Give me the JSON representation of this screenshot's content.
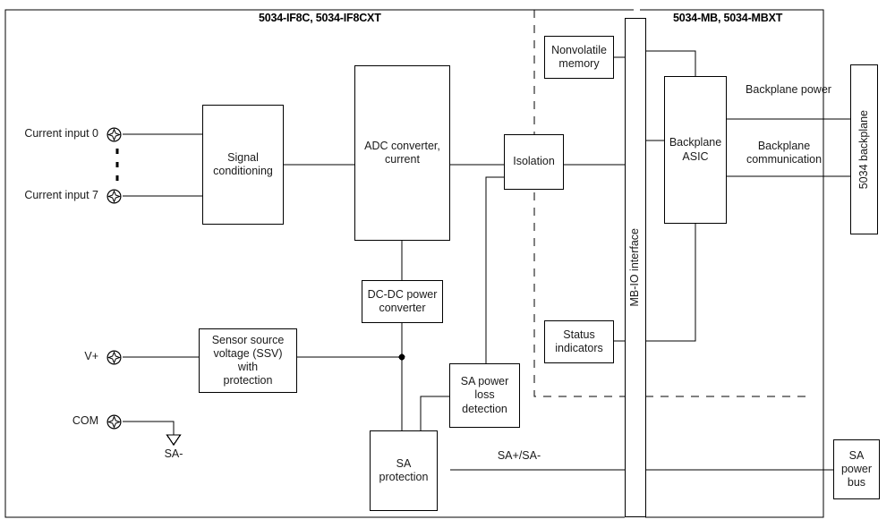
{
  "diagram": {
    "sections": [
      {
        "id": "if8c",
        "title": "5034-IF8C, 5034-IF8CXT"
      },
      {
        "id": "mb",
        "title": "5034-MB, 5034-MBXT"
      }
    ],
    "blocks": [
      {
        "id": "signal-conditioning",
        "label": "Signal\nconditioning"
      },
      {
        "id": "adc-converter",
        "label": "ADC converter,\ncurrent"
      },
      {
        "id": "isolation",
        "label": "Isolation"
      },
      {
        "id": "nonvolatile-memory",
        "label": "Nonvolatile\nmemory"
      },
      {
        "id": "status-indicators",
        "label": "Status\nindicators"
      },
      {
        "id": "mb-io-interface",
        "label": "MB-IO interface"
      },
      {
        "id": "backplane-asic",
        "label": "Backplane\nASIC"
      },
      {
        "id": "backplane-5034",
        "label": "5034 backplane"
      },
      {
        "id": "dcdc-converter",
        "label": "DC-DC power\nconverter"
      },
      {
        "id": "sensor-source-voltage",
        "label": "Sensor source\nvoltage (SSV) with\nprotection"
      },
      {
        "id": "sa-power-loss",
        "label": "SA power\nloss\ndetection"
      },
      {
        "id": "sa-protection",
        "label": "SA\nprotection"
      },
      {
        "id": "sa-power-bus",
        "label": "SA\npower\nbus"
      }
    ],
    "block_labels": {
      "signal_conditioning_l1": "Signal",
      "signal_conditioning_l2": "conditioning",
      "adc_l1": "ADC converter,",
      "adc_l2": "current",
      "isolation": "Isolation",
      "nvm_l1": "Nonvolatile",
      "nvm_l2": "memory",
      "status_l1": "Status",
      "status_l2": "indicators",
      "mbio": "MB-IO interface",
      "asic_l1": "Backplane",
      "asic_l2": "ASIC",
      "backplane": "5034 backplane",
      "dcdc_l1": "DC-DC power",
      "dcdc_l2": "converter",
      "ssv_l1": "Sensor source",
      "ssv_l2": "voltage (SSV) with",
      "ssv_l3": "protection",
      "saploss_l1": "SA power",
      "saploss_l2": "loss",
      "saploss_l3": "detection",
      "saprot_l1": "SA",
      "saprot_l2": "protection",
      "sabus_l1": "SA",
      "sabus_l2": "power",
      "sabus_l3": "bus"
    },
    "terminals": [
      {
        "id": "current-input-0",
        "label": "Current input 0"
      },
      {
        "id": "current-input-7",
        "label": "Current input 7"
      },
      {
        "id": "v-plus",
        "label": "V+"
      },
      {
        "id": "com",
        "label": "COM"
      }
    ],
    "signal_labels": [
      {
        "id": "backplane-power",
        "text": "Backplane\npower"
      },
      {
        "id": "backplane-communication",
        "text": "Backplane\ncommunication"
      },
      {
        "id": "sa-plus-minus",
        "text": "SA+/SA-"
      },
      {
        "id": "sa-minus",
        "text": "SA-"
      }
    ],
    "wire_labels": {
      "bp_power_l1": "Backplane",
      "bp_power_l2": "power",
      "bp_comm_l1": "Backplane",
      "bp_comm_l2": "communication",
      "sa_bus_sig": "SA+/SA-",
      "sa_minus": "SA-"
    },
    "colors": {
      "line": "#000000",
      "text": "#1a1a1a",
      "background": "#ffffff"
    }
  }
}
